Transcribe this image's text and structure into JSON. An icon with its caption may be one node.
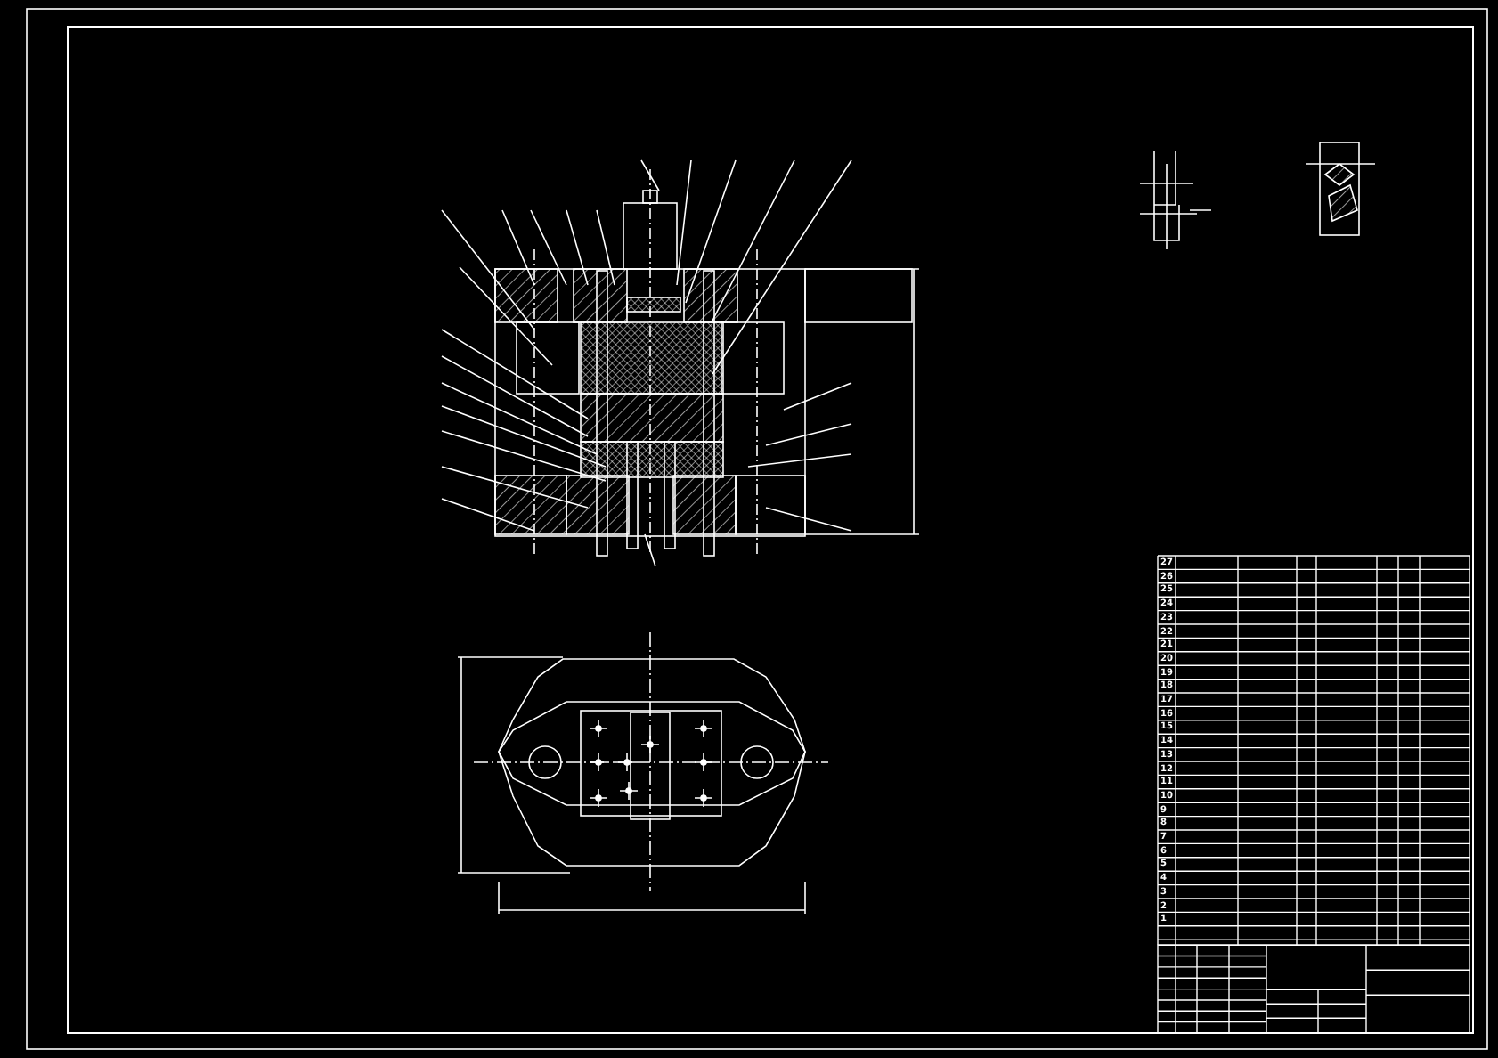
{
  "diagram": {
    "labels": [
      "27",
      "26",
      "25",
      "24",
      "23",
      "22",
      "21",
      "20",
      "19",
      "18",
      "17",
      "16",
      "15",
      "14",
      "13",
      "12",
      "11",
      "10",
      "9",
      "8",
      "7",
      "6",
      "5",
      "4",
      "3",
      "2",
      "1"
    ]
  }
}
